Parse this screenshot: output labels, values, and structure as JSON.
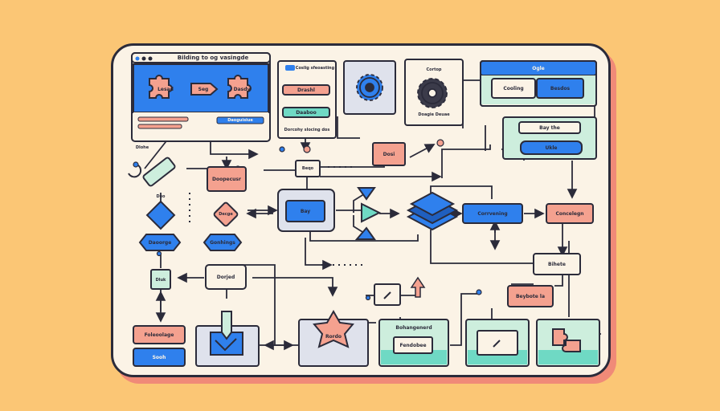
{
  "header_panel": {
    "title": "Bilding to og vasingde",
    "puzzle_left": "Lesad",
    "arrow_label": "Seg",
    "puzzle_right": "Dasdy",
    "footer_label": "Daoguisiue"
  },
  "card_stack": {
    "title": "Coslig sfeoasting",
    "item1": "Drashl",
    "item2": "Daaboo",
    "footer": "Dorcohy slocing dos"
  },
  "gear_card": {
    "label_top": "Cortop",
    "label_bottom": "Doagie Deuae"
  },
  "window_top_right": {
    "title": "Ogle",
    "btn1": "Cooling",
    "btn2": "Besdos"
  },
  "window_right2": {
    "btn1": "Bay the",
    "btn2": "Ukle"
  },
  "nodes": {
    "left_icon_label": "Dlohe",
    "small_tag": "Deo",
    "orange_diamond_label": "Decge",
    "blue_pill_left": "Daoorge",
    "blue_pill_mid": "Gonhings",
    "center_pink": "Doopecusr",
    "center_small": "Beqo",
    "center_blue": "Bay",
    "top_mid_pink": "Dosi",
    "bottom_pink": "Dorjed",
    "small_device": "Dluk",
    "blue_right": "Corrvening",
    "pink_right": "Concelegn",
    "white_right": "Bihete",
    "pink_right_lower": "Beybote la",
    "teal_title": "Bohangenerd",
    "teal_inner": "Fendobee",
    "star_label": "Rordo",
    "left_bottom_pink": "Foleoolage",
    "left_bottom_blue": "Sooh"
  },
  "colors": {
    "background": "#fbc675",
    "board": "#fbf3e6",
    "outline": "#2b2b3a",
    "blue": "#2f80ed",
    "pink": "#f4a18f",
    "teal": "#6fd9c4",
    "mint": "#cdeedd"
  }
}
